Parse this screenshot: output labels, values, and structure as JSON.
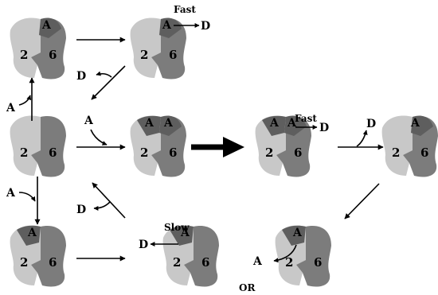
{
  "proteins": [
    {
      "site_left": "A",
      "site_right": "",
      "num_left": "2",
      "num_right": "6"
    },
    {
      "site_left": "A",
      "site_right": "",
      "num_left": "2",
      "num_right": "6"
    },
    {
      "site_left": "",
      "site_right": "",
      "num_left": "2",
      "num_right": "6"
    },
    {
      "site_left": "A",
      "site_right": "A",
      "num_left": "2",
      "num_right": "6"
    },
    {
      "site_left": "A",
      "site_right": "A",
      "num_left": "2",
      "num_right": "6"
    },
    {
      "site_left": "A",
      "site_right": "",
      "num_left": "2",
      "num_right": "6"
    },
    {
      "site_left": "A",
      "site_right": "",
      "num_left": "2",
      "num_right": "6"
    },
    {
      "site_left": "A",
      "site_right": "",
      "num_left": "2",
      "num_right": "6"
    },
    {
      "site_left": "A",
      "site_right": "",
      "num_left": "2",
      "num_right": "6"
    }
  ],
  "labels": {
    "fast_top": "Fast",
    "d_top": "D",
    "d_release_upper": "D",
    "a_bind_upper": "A",
    "a_bind_middle": "A",
    "a_bind_lower": "A",
    "d_release_lower": "D",
    "slow": "Slow",
    "d_slow": "D",
    "fast_right": "Fast",
    "d_fast_right": "D",
    "d_release_right": "D",
    "a_release": "A",
    "or": "OR"
  }
}
